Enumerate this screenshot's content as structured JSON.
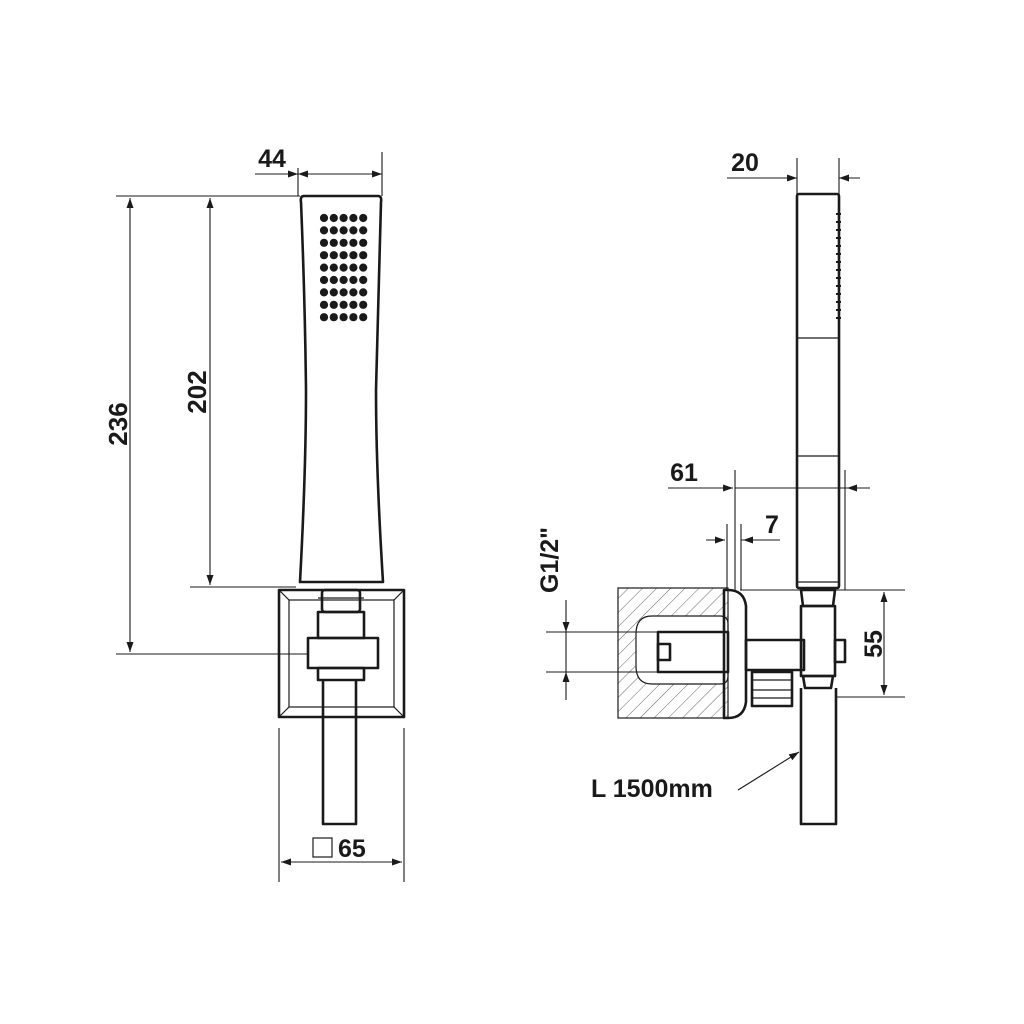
{
  "front_view": {
    "width_label": "44",
    "overall_height_label": "236",
    "handle_height_label": "202",
    "base_label": "65"
  },
  "side_view": {
    "depth_label": "20",
    "projection_label": "61",
    "offset_label": "7",
    "thread_label": "G1/2\"",
    "outlet_height_label": "55",
    "hose_length_label": "L 1500mm"
  }
}
